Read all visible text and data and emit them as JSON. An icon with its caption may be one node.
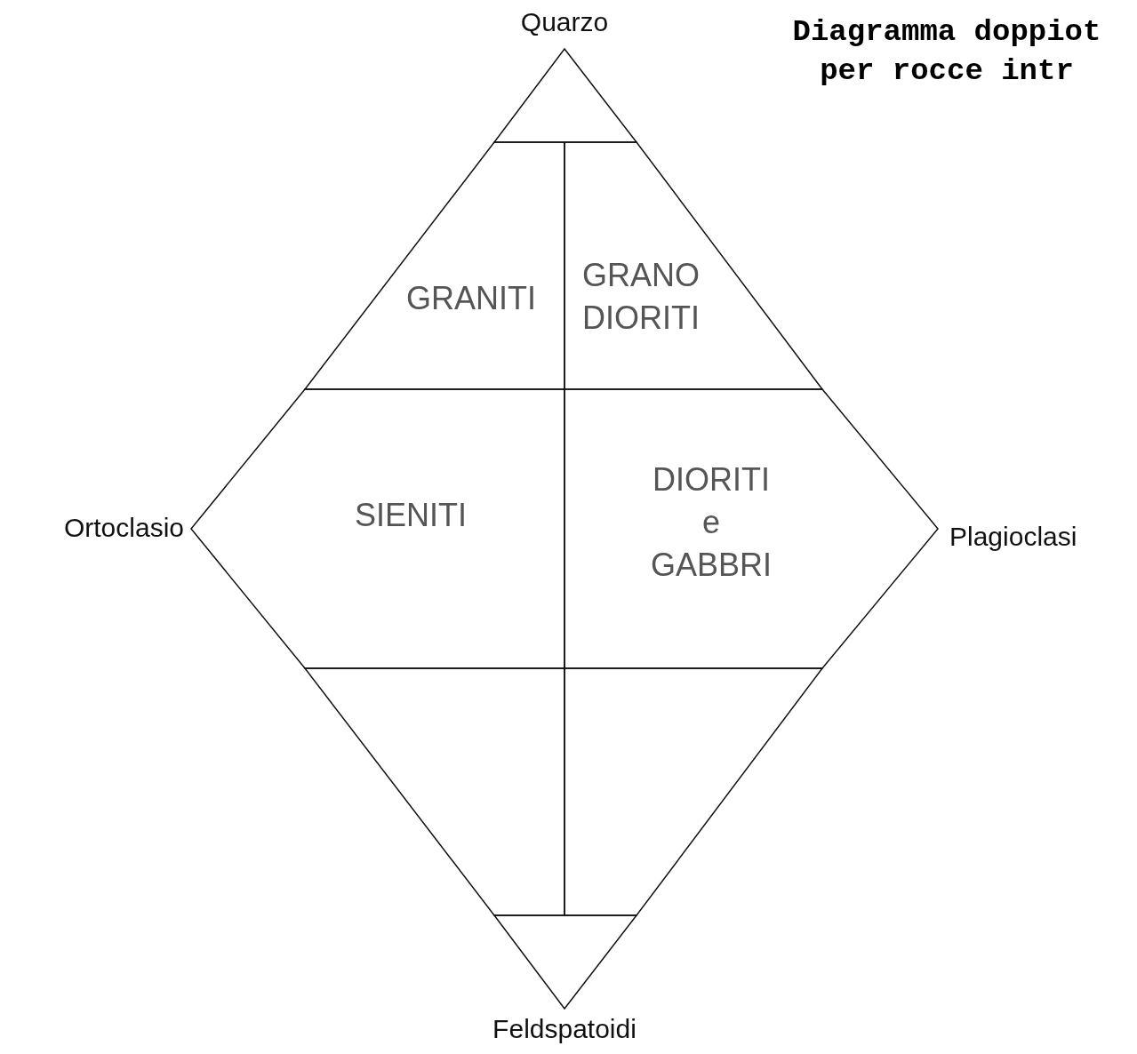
{
  "diagram": {
    "title": "Diagramma doppiot per rocce intr",
    "nodes": [
      {
        "text": [],
        "shape": "triangle"
      },
      {
        "text": [
          "GRANITI"
        ]
      },
      {
        "text": [
          "GRANO DIORITI"
        ]
      },
      {
        "text": [
          "SIENITI"
        ]
      },
      {
        "text": [
          "DIORITI e GABBRI"
        ]
      },
      {
        "text": [],
        "shape": "box"
      },
      {
        "text": [],
        "shape": "box"
      },
      {
        "text": [],
        "shape": "triangle"
      }
    ],
    "edges": [],
    "labels": [
      "Quarzo",
      "Ortoclasio",
      "Plagioclasi",
      "Feldspatoidi"
    ]
  }
}
